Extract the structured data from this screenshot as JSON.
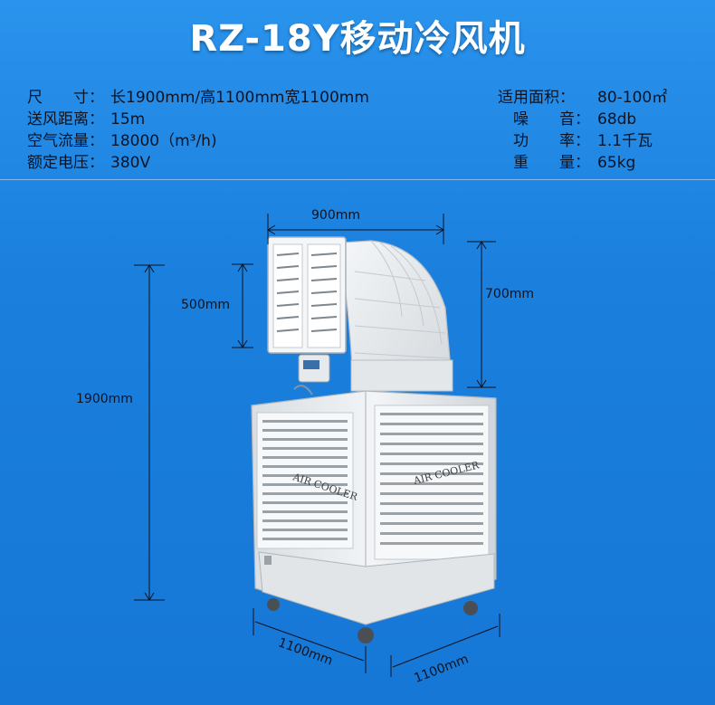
{
  "title": "RZ-18Y移动冷风机",
  "specs_left": [
    {
      "label": "尺　　寸：",
      "value": "长1900mm/高1100mm宽1100mm"
    },
    {
      "label": "送风距离：",
      "value": "15m"
    },
    {
      "label": "空气流量：",
      "value": "18000（m³/h)"
    },
    {
      "label": "额定电压：",
      "value": "380V"
    }
  ],
  "specs_right": [
    {
      "label": "适用面积：",
      "value": "80-100㎡"
    },
    {
      "label": "　噪　　音：",
      "value": "68db"
    },
    {
      "label": "　功　　率：",
      "value": "1.1千瓦"
    },
    {
      "label": "　重　　量：",
      "value": "65kg"
    }
  ],
  "dimensions": {
    "top_width": "900mm",
    "vent_height": "500mm",
    "duct_height": "700mm",
    "total_height": "1900mm",
    "base_left": "1100mm",
    "base_right": "1100mm"
  },
  "panel_text": {
    "left": "AIR COOLER",
    "right": "AIR COOLER"
  },
  "colors": {
    "background": "#1d86e2",
    "title": "#ffffff",
    "text": "#0d1320",
    "machine_body": "#e8ecef"
  }
}
